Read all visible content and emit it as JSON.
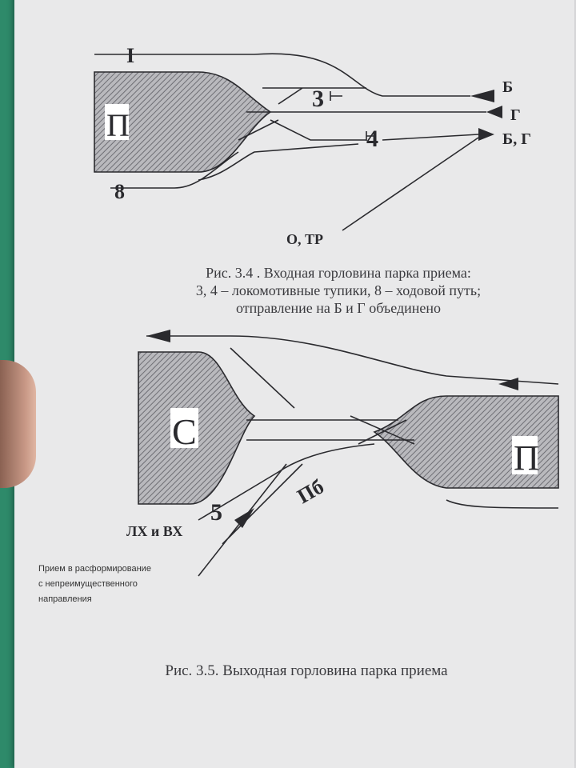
{
  "figure_34": {
    "labels": {
      "track_1": "I",
      "park": "П",
      "dead_end_3": "3",
      "dead_end_4": "4",
      "track_8": "8",
      "dir_b": "Б",
      "dir_g": "Г",
      "dir_bg": "Б, Г",
      "dir_otr": "О, ТР"
    },
    "caption_line1": "Рис. 3.4 . Входная горловина парка приема:",
    "caption_line2": "3, 4 – локомотивные тупики, 8 – ходовой путь;",
    "caption_line3": "отправление на Б и Г объединено"
  },
  "figure_35": {
    "labels": {
      "sort_yard": "С",
      "park": "П",
      "track_5": "5",
      "track_pb": "Пб",
      "lh_vh": "ЛХ и ВХ"
    },
    "note_line1": "Прием в расформирование",
    "note_line2": "с непреимущественного",
    "note_line3": "направления",
    "caption": "Рис. 3.5. Выходная горловина парка приема"
  },
  "colors": {
    "ink": "#2a2a2e",
    "hatch": "#8a8a90",
    "paper": "#e9e9ea",
    "background": "#2e8a6a"
  }
}
